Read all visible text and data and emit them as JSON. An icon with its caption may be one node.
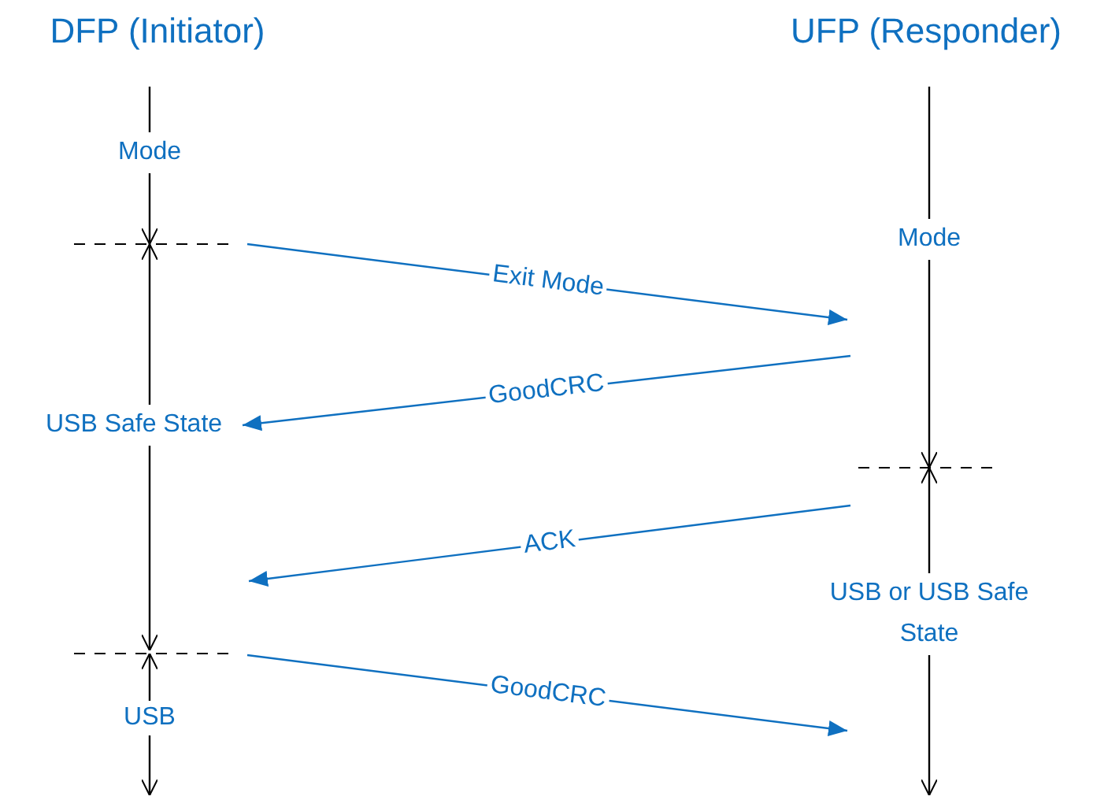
{
  "diagram": {
    "nodes": [
      {
        "text": [
          "DFP (Initiator)"
        ]
      },
      {
        "text": [
          "UFP (Responder)"
        ]
      },
      {
        "text": [
          "Mode"
        ]
      },
      {
        "text": [
          "USB Safe State"
        ]
      },
      {
        "text": [
          "USB"
        ]
      },
      {
        "text": [
          "Mode"
        ]
      },
      {
        "text": [
          "USB or USB Safe State"
        ]
      }
    ],
    "edges": [
      {
        "from": 0,
        "to": 2,
        "arrow": "none"
      },
      {
        "from": 2,
        "to": null,
        "arrow": "to"
      },
      {
        "from": 3,
        "to": null,
        "arrow": "to"
      },
      {
        "from": 3,
        "to": 4,
        "arrow": "to"
      },
      {
        "from": 4,
        "to": null,
        "arrow": "to"
      },
      {
        "from": 4,
        "to": null,
        "arrow": "to"
      },
      {
        "from": 1,
        "to": 5,
        "arrow": "none"
      },
      {
        "from": 5,
        "to": null,
        "arrow": "to"
      },
      {
        "from": 6,
        "to": null,
        "arrow": "to"
      },
      {
        "from": 6,
        "to": null,
        "arrow": "to"
      },
      {
        "from": null,
        "to": 3,
        "arrow": "to",
        "label": "GoodCRC",
        "color": "#0f70c0"
      }
    ],
    "labels": [
      "Exit Mode",
      "ACK",
      "GoodCRC"
    ]
  }
}
